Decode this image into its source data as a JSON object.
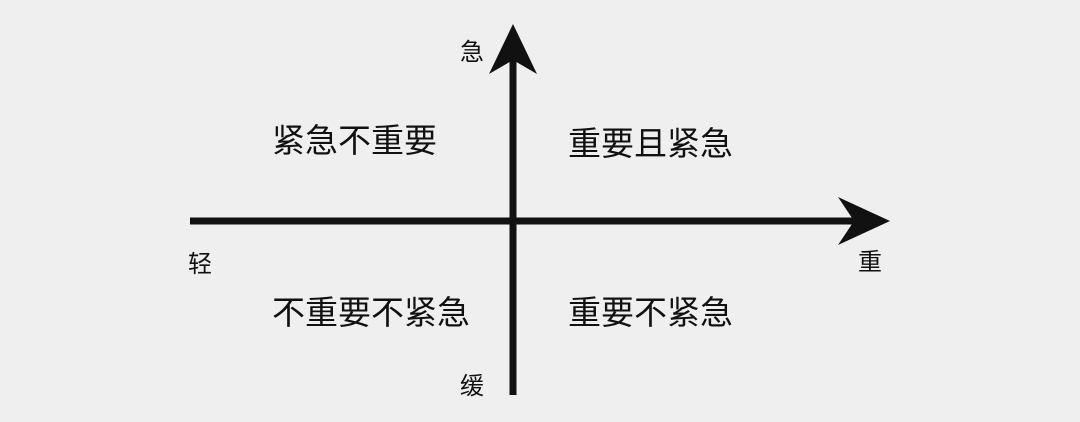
{
  "axes": {
    "top_label": "急",
    "bottom_label": "缓",
    "left_label": "轻",
    "right_label": "重"
  },
  "quadrants": {
    "top_left": "紧急不重要",
    "top_right": "重要且紧急",
    "bottom_left": "不重要不紧急",
    "bottom_right": "重要不紧急"
  },
  "colors": {
    "background": "#efefef",
    "axis": "#111111",
    "text": "#111111"
  }
}
